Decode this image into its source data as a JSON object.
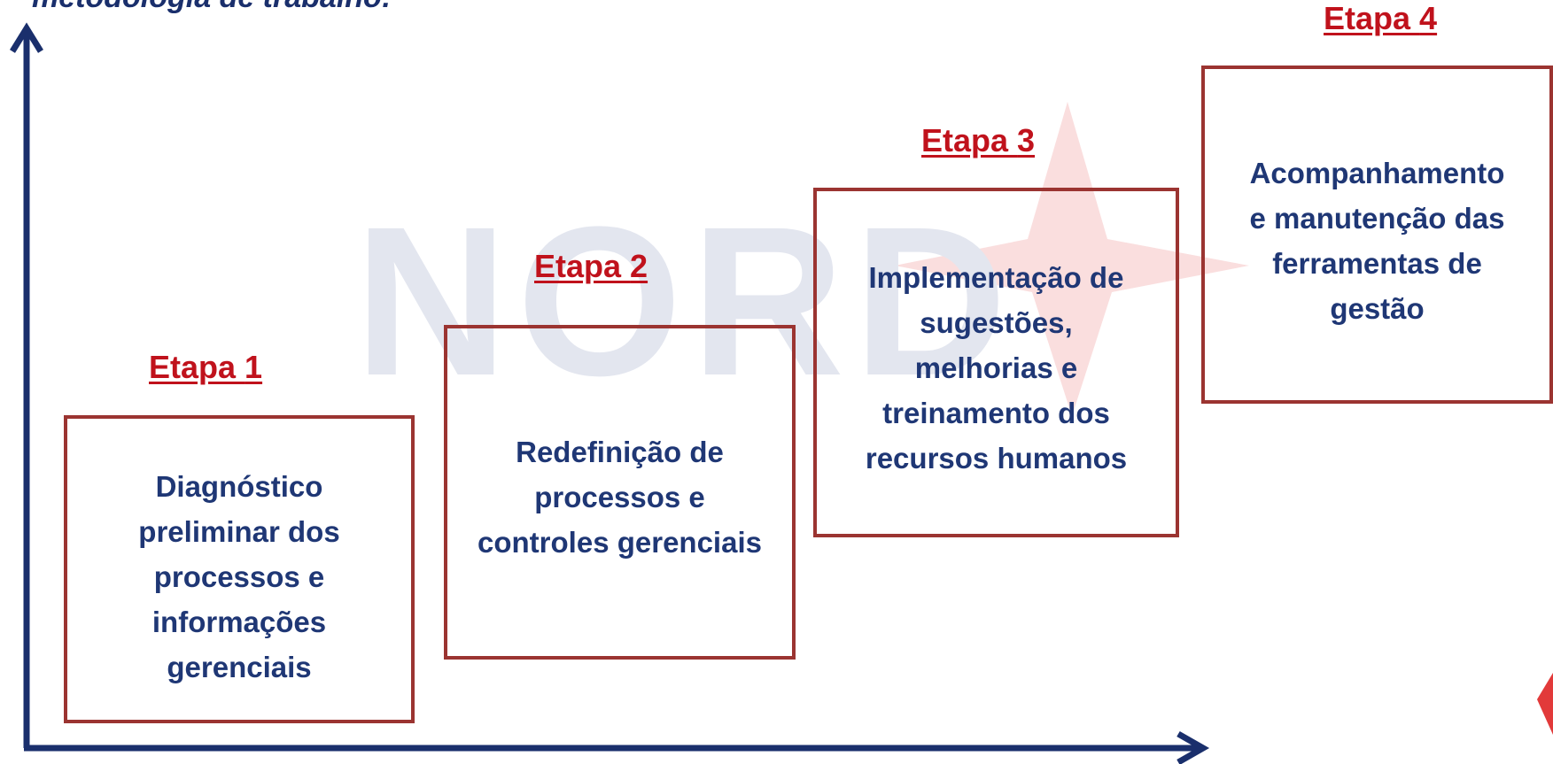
{
  "page": {
    "title": "metodologia de trabalho:",
    "watermark": "NORD"
  },
  "colors": {
    "axis": "#1a2f6c",
    "stage_label": "#c0121c",
    "box_border": "#9b3431",
    "box_text": "#1f3775",
    "watermark_text": "#e3e6ef",
    "watermark_star": "#f8d3d3"
  },
  "stages": [
    {
      "label_prefix": "Etapa ",
      "label_number": "1",
      "text": "Diagnóstico\npreliminar dos\nprocessos e\ninformações\ngerenciais"
    },
    {
      "label_prefix": "Etapa ",
      "label_number": "2",
      "text": "Redefinição de\nprocessos e\ncontroles gerenciais"
    },
    {
      "label_prefix": "Etapa ",
      "label_number": "3",
      "text": "Implementação de\nsugestões,\nmelhorias e\ntreinamento dos\nrecursos humanos"
    },
    {
      "label_prefix": "Etapa ",
      "label_number": "4",
      "text": "Acompanhamento\ne manutenção das\nferramentas de\ngestão"
    }
  ]
}
